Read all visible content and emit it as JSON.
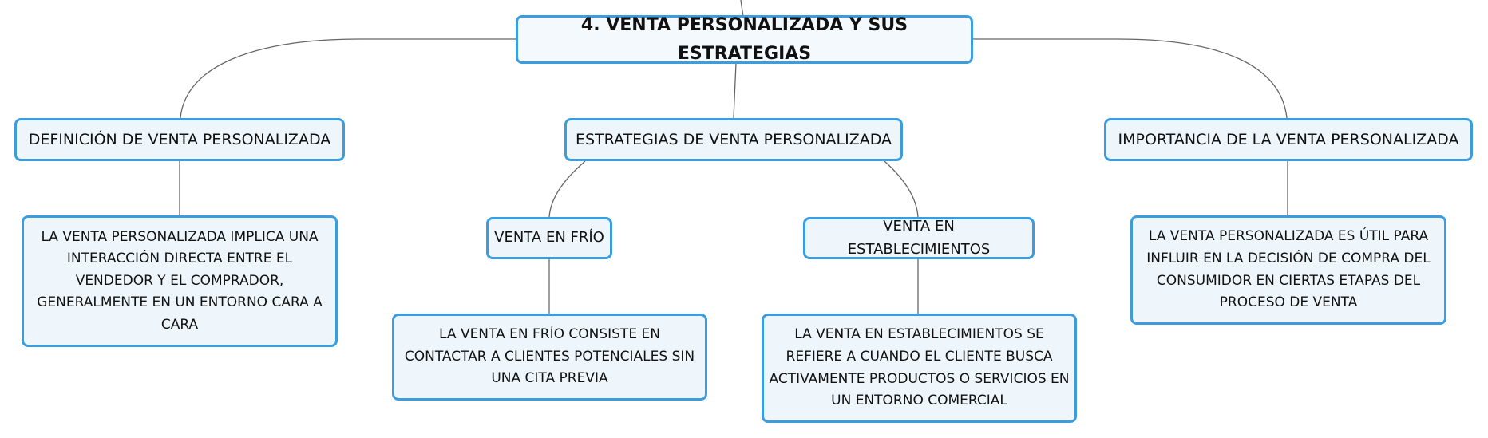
{
  "map": {
    "root": "4. VENTA PERSONALIZADA Y SUS ESTRATEGIAS",
    "definicion": {
      "title": "DEFINICIÓN DE VENTA PERSONALIZADA",
      "detail": "LA VENTA PERSONALIZADA IMPLICA UNA INTERACCIÓN DIRECTA ENTRE EL VENDEDOR Y EL COMPRADOR, GENERALMENTE EN UN ENTORNO CARA A CARA"
    },
    "estrategias": {
      "title": "ESTRATEGIAS DE VENTA PERSONALIZADA",
      "frio": {
        "title": "VENTA EN FRÍO",
        "detail": "LA VENTA EN FRÍO CONSISTE EN CONTACTAR A CLIENTES POTENCIALES SIN UNA CITA PREVIA"
      },
      "establecimientos": {
        "title": "VENTA EN ESTABLECIMIENTOS",
        "detail": "LA VENTA EN ESTABLECIMIENTOS SE REFIERE A CUANDO EL CLIENTE BUSCA ACTIVAMENTE PRODUCTOS O SERVICIOS EN UN ENTORNO COMERCIAL"
      }
    },
    "importancia": {
      "title": "IMPORTANCIA DE LA VENTA PERSONALIZADA",
      "detail": "LA VENTA PERSONALIZADA ES ÚTIL PARA INFLUIR EN LA DECISIÓN DE COMPRA DEL CONSUMIDOR EN CIERTAS ETAPAS DEL PROCESO DE VENTA"
    }
  },
  "colors": {
    "node_border": "#3a9de0",
    "node_fill": "#eef6fc",
    "connector": "#666666",
    "text": "#111111"
  }
}
